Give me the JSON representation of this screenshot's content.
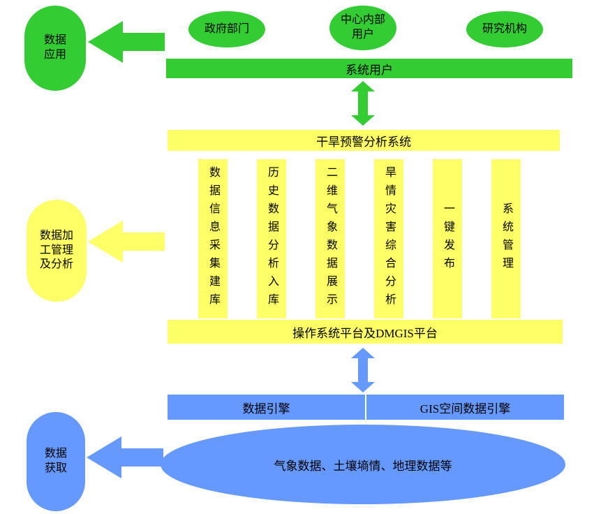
{
  "colors": {
    "green": "#33cc33",
    "yellow": "#ffff66",
    "blue": "#6699ff",
    "text": "#000000",
    "background": "#ffffff"
  },
  "top": {
    "gov": "政府部门",
    "center_users": "中心内部\n用户",
    "research": "研究机构",
    "system_users": "系统用户",
    "data_application": "数据\n应用"
  },
  "middle": {
    "analysis_system": "干旱预警分析系统",
    "modules": [
      "数据信息采集建库",
      "历史数据分析入库",
      "二维气象数据展示",
      "旱情灾害综合分析",
      "一键发布",
      "系统管理"
    ],
    "platform": "操作系统平台及DMGIS平台",
    "data_processing": "数据加\n工管理\n及分析"
  },
  "bottom": {
    "data_engine": "数据引擎",
    "gis_engine": "GIS空间数据引擎",
    "data_sources": "气象数据、土壤墒情、地理数据等",
    "data_acquisition": "数据\n获取"
  }
}
